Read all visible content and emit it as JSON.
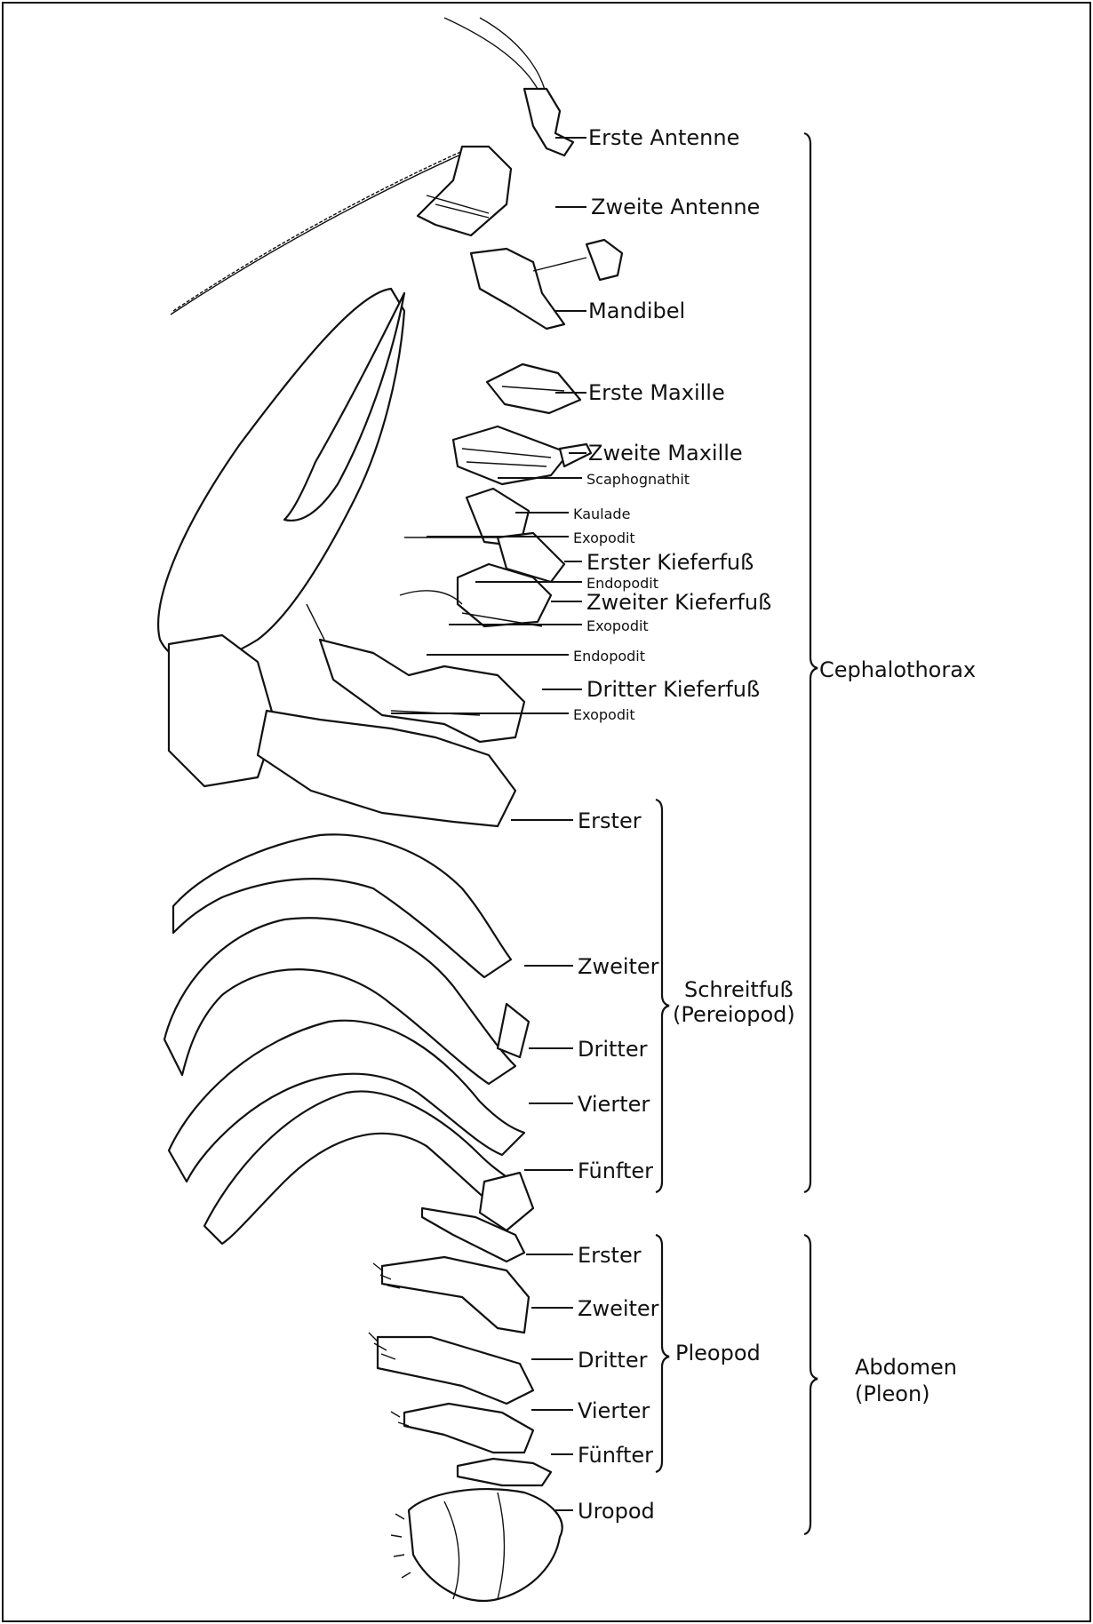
{
  "labels": {
    "erste_antenne": "Erste Antenne",
    "zweite_antenne": "Zweite Antenne",
    "mandibel": "Mandibel",
    "erste_maxille": "Erste Maxille",
    "zweite_maxille": "Zweite Maxille",
    "scaphognathit": "Scaphognathit",
    "kaulade": "Kaulade",
    "exopodit_1": "Exopodit",
    "erster_kieferfuss": "Erster Kieferfuß",
    "endopodit_1": "Endopodit",
    "zweiter_kieferfuss": "Zweiter Kieferfuß",
    "exopodit_2": "Exopodit",
    "endopodit_2": "Endopodit",
    "dritter_kieferfuss": "Dritter Kieferfuß",
    "exopodit_3": "Exopodit",
    "pereiopod_1": "Erster",
    "pereiopod_2": "Zweiter",
    "pereiopod_3": "Dritter",
    "pereiopod_4": "Vierter",
    "pereiopod_5": "Fünfter",
    "schreitfuss": "Schreitfuß",
    "pereiopod": "(Pereiopod)",
    "cephalothorax": "Cephalothorax",
    "pleopod_1": "Erster",
    "pleopod_2": "Zweiter",
    "pleopod_3": "Dritter",
    "pleopod_4": "Vierter",
    "pleopod_5": "Fünfter",
    "pleopod": "Pleopod",
    "abdomen": "Abdomen",
    "pleon": "(Pleon)",
    "uropod": "Uropod"
  },
  "colors": {
    "ink": "#111111",
    "paper": "#ffffff"
  }
}
